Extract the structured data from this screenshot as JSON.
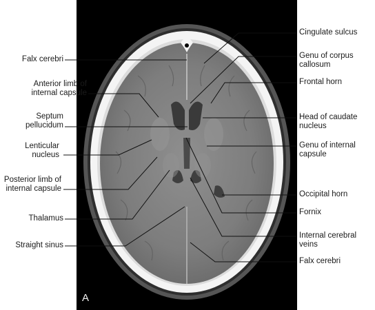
{
  "figure": {
    "panel_letter": "A",
    "left_labels": [
      {
        "id": "falx-cerebri-left",
        "lines": [
          "Falx cerebri"
        ]
      },
      {
        "id": "anterior-limb",
        "lines": [
          "Anterior limb of",
          "internal capsule"
        ]
      },
      {
        "id": "septum",
        "lines": [
          "Septum",
          "pellucidum"
        ]
      },
      {
        "id": "lenticular",
        "lines": [
          "Lenticular",
          "nucleus"
        ]
      },
      {
        "id": "posterior-limb",
        "lines": [
          "Posterior limb of",
          "internal capsule"
        ]
      },
      {
        "id": "thalamus",
        "lines": [
          "Thalamus"
        ]
      },
      {
        "id": "straight-sinus",
        "lines": [
          "Straight sinus"
        ]
      }
    ],
    "right_labels": [
      {
        "id": "cingulate",
        "lines": [
          "Cingulate sulcus"
        ]
      },
      {
        "id": "genu-cc",
        "lines": [
          "Genu of corpus",
          "callosum"
        ]
      },
      {
        "id": "frontal-horn",
        "lines": [
          "Frontal horn"
        ]
      },
      {
        "id": "caudate",
        "lines": [
          "Head of caudate",
          "nucleus"
        ]
      },
      {
        "id": "genu-ic",
        "lines": [
          "Genu of internal",
          "capsule"
        ]
      },
      {
        "id": "occipital-horn",
        "lines": [
          "Occipital horn"
        ]
      },
      {
        "id": "fornix",
        "lines": [
          "Fornix"
        ]
      },
      {
        "id": "icv",
        "lines": [
          "Internal cerebral",
          "veins"
        ]
      },
      {
        "id": "falx-cerebri-right",
        "lines": [
          "Falx cerebri"
        ]
      }
    ]
  }
}
